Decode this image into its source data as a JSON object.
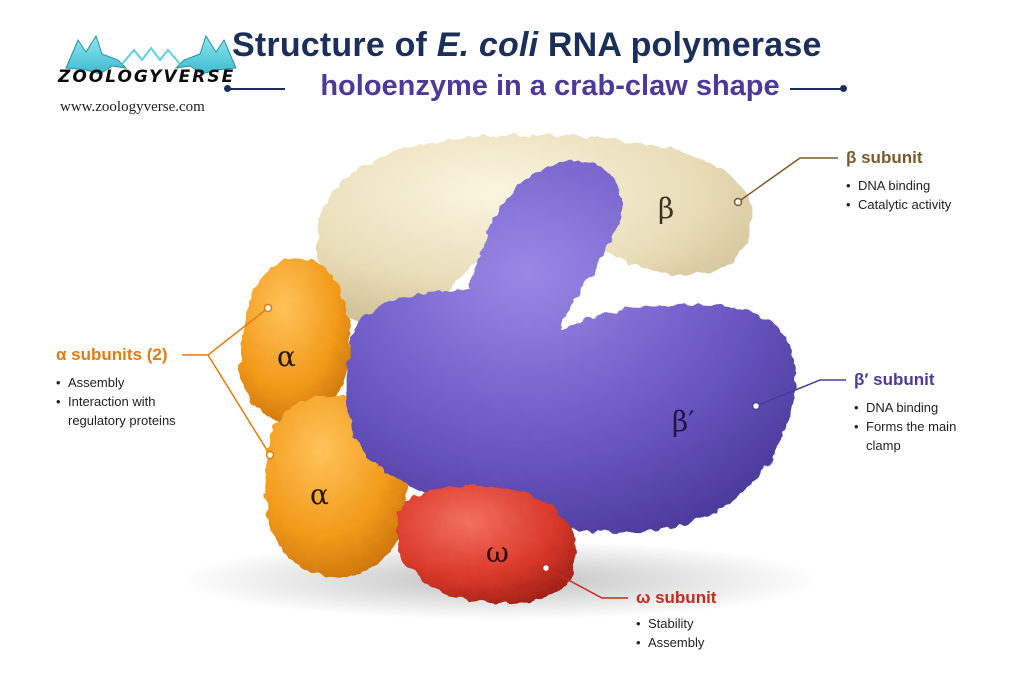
{
  "header": {
    "title_prefix": "Structure of ",
    "title_italic": "E. coli",
    "title_suffix": " RNA polymerase",
    "subtitle": "holoenzyme in a crab-claw shape"
  },
  "logo": {
    "name": "ZOOLOGYVERSE",
    "url": "www.zoologyverse.com"
  },
  "colors": {
    "beta": "#ece2c2",
    "beta_prime": "#6b58c4",
    "alpha": "#f29a1a",
    "omega": "#d8382a",
    "beta_label": "#7a5a2a",
    "beta_prime_label": "#4b3a9a",
    "alpha_label": "#e07d10",
    "omega_label": "#c8281e",
    "title": "#1b2f5a"
  },
  "subunits": {
    "beta": {
      "glyph": "β",
      "title": "β subunit",
      "points": [
        "DNA binding",
        "Catalytic activity"
      ]
    },
    "beta_prime": {
      "glyph": "β′",
      "title": "β′ subunit",
      "points": [
        "DNA binding",
        "Forms the main clamp"
      ]
    },
    "alpha": {
      "glyph_top": "α",
      "glyph_bottom": "α",
      "title": "α subunits (2)",
      "points": [
        "Assembly",
        "Interaction with regulatory proteins"
      ]
    },
    "omega": {
      "glyph": "ω",
      "title": "ω subunit",
      "points": [
        "Stability",
        "Assembly"
      ]
    }
  }
}
